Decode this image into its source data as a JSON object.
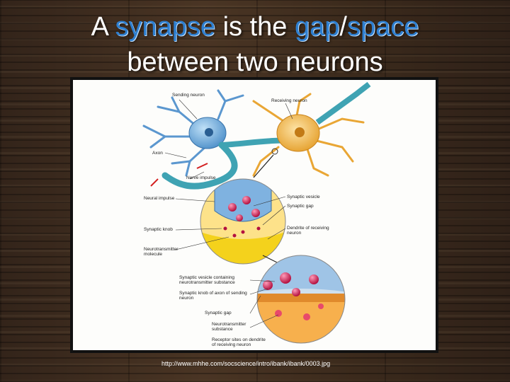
{
  "title": {
    "line1_prefix": "A ",
    "synapse": "synapse",
    "line1_mid": " is the ",
    "gap": "gap",
    "slash": "/",
    "space": "space",
    "line2": "between two neurons"
  },
  "diagram_labels": {
    "sending_neuron": "Sending neuron",
    "receiving_neuron": "Receiving neuron",
    "axon": "Axon",
    "nerve_impulse": "Nerve impulse",
    "neural_impulse": "Neural impulse",
    "synaptic_vesicle": "Synaptic vesicle",
    "synaptic_gap": "Synaptic gap",
    "synaptic_knob": "Synaptic knob",
    "dendrite_receiving": "Dendrite of receiving neuron",
    "neurotransmitter_molecule": "Neurotransmitter molecule",
    "synaptic_vesicle_containing": "Synaptic vesicle containing neurotransmitter substance",
    "synaptic_knob_axon": "Synaptic knob of axon of sending neuron",
    "synaptic_gap_2": "Synaptic gap",
    "neurotransmitter_substance": "Neurotransmitter substance",
    "receptor_sites": "Receptor sites on dendrite of receiving neuron"
  },
  "source_url": "http://www.mhhe.com/socscience/intro/ibank/ibank/0003.jpg",
  "colors": {
    "accent_word": "#2e7fd0",
    "title_text": "#ffffff",
    "sending_neuron": "#6aa6d8",
    "receiving_neuron": "#f2b94a",
    "axon": "#3fa3b3",
    "vesicle": "#d8245a",
    "dendrite_yellow": "#f4d21c"
  }
}
